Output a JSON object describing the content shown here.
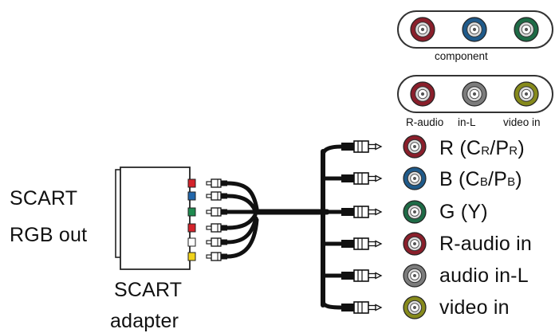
{
  "left_labels": {
    "scart_line1": "SCART",
    "scart_line2": "RGB out",
    "adapter_line1": "SCART",
    "adapter_line2": "adapter"
  },
  "panels": {
    "component": {
      "label": "component",
      "jacks": [
        {
          "name": "red",
          "color": "#8a1f2b"
        },
        {
          "name": "blue",
          "color": "#1f5a8a"
        },
        {
          "name": "green",
          "color": "#1e6b46"
        }
      ]
    },
    "audio_video": {
      "labels": [
        "R-audio",
        "in-L",
        "video in"
      ],
      "jacks": [
        {
          "name": "red",
          "color": "#8a1f2b"
        },
        {
          "name": "gray",
          "color": "#7c7c7c"
        },
        {
          "name": "yellow",
          "color": "#868a1c"
        }
      ]
    }
  },
  "adapter_jacks": [
    "#d4232b",
    "#2266aa",
    "#1f8a4f",
    "#d4232b",
    "#ffffff",
    "#f0d21a"
  ],
  "connectors": [
    {
      "color": "#8a1f2b",
      "text_main": "R (C",
      "text_sub1": "R",
      "text_slash": "/P",
      "text_sub2": "R",
      "text_end": ")"
    },
    {
      "color": "#1f5a8a",
      "text_main": "B (C",
      "text_sub1": "B",
      "text_slash": "/P",
      "text_sub2": "B",
      "text_end": ")"
    },
    {
      "color": "#1e6b46",
      "text": "G (Y)"
    },
    {
      "color": "#8a1f2b",
      "text": "R-audio in"
    },
    {
      "color": "#7c7c7c",
      "text": "audio in-L"
    },
    {
      "color": "#868a1c",
      "text": "video in"
    }
  ]
}
